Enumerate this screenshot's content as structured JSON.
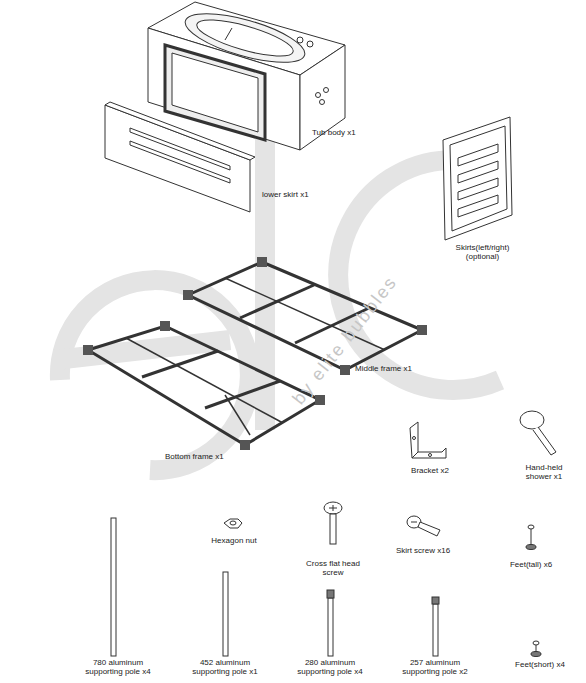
{
  "diagram": {
    "labels": [
      "Tub body x1",
      "lower skirt x1",
      "Skirts(left/right) (optional)",
      "Middle frame x1",
      "Bottom frame x1",
      "Bracket x2",
      "Hand-held shower x1",
      "Hexagon nut",
      "Cross flat head screw",
      "Skirt screw x16",
      "Feet(tall) x6",
      "780 aluminum supporting pole x4",
      "452 aluminum supporting pole x1",
      "280 aluminum supporting pole x4",
      "257 aluminum supporting pole x2",
      "Feet(short) x4",
      "by elite bubbles"
    ]
  }
}
